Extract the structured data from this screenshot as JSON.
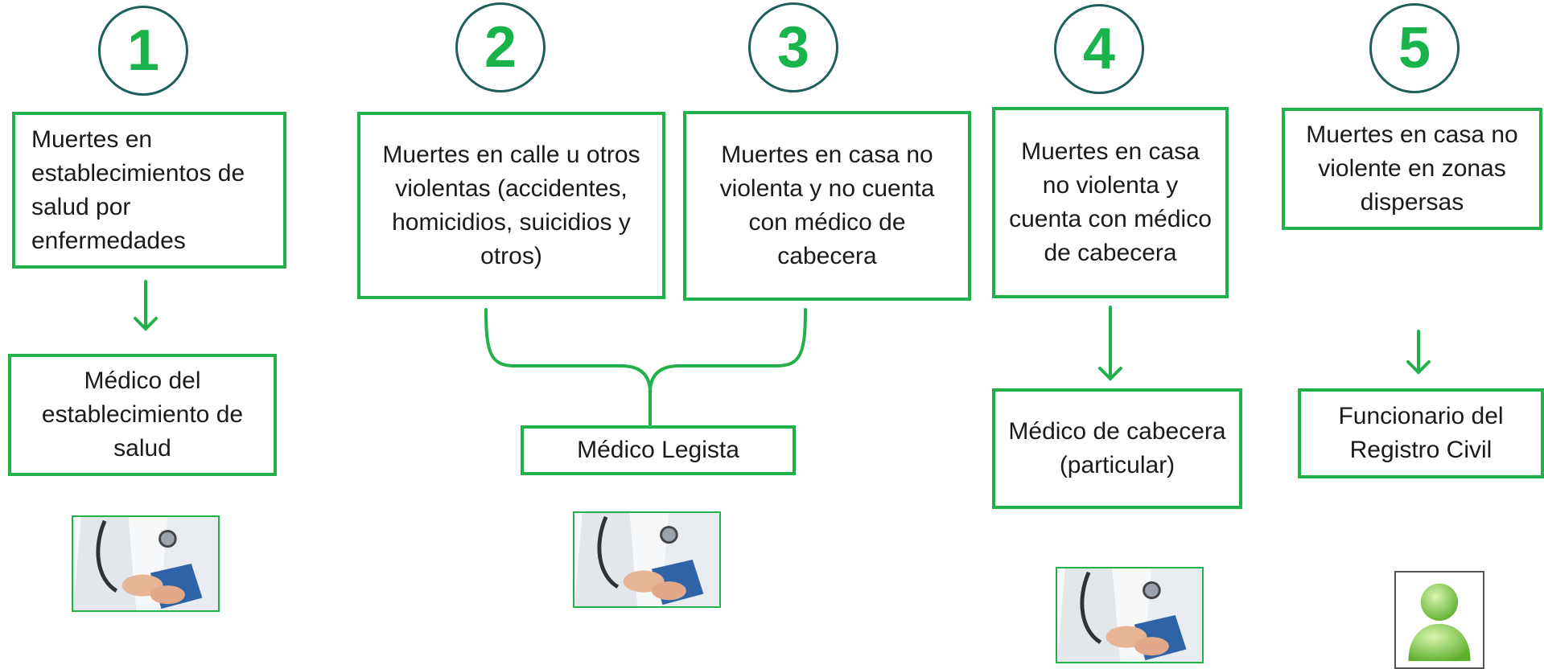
{
  "steps": [
    {
      "number": "1",
      "category": "Muertes en establecimientos de salud por enfermedades",
      "responsible": "Médico del establecimiento de salud"
    },
    {
      "number": "2",
      "category": "Muertes en calle u otros  violentas (accidentes, homicidios, suicidios y otros)",
      "responsible": "Médico Legista"
    },
    {
      "number": "3",
      "category": "Muertes en casa no violenta y no cuenta con médico de cabecera",
      "responsible": "Médico Legista"
    },
    {
      "number": "4",
      "category": "Muertes en casa no violenta  y cuenta con médico de cabecera",
      "responsible": "Médico de cabecera (particular)"
    },
    {
      "number": "5",
      "category": "Muertes en casa no violente en zonas dispersas",
      "responsible": "Funcionario del Registro Civil"
    }
  ],
  "colors": {
    "box_border": "#22b04b",
    "number_text": "#18b34a",
    "circle_border": "#1f5f5b",
    "connector": "#22b04b"
  },
  "icons": [
    "doctor-photo",
    "doctor-photo",
    "doctor-photo",
    "civil-registry-user-icon"
  ]
}
